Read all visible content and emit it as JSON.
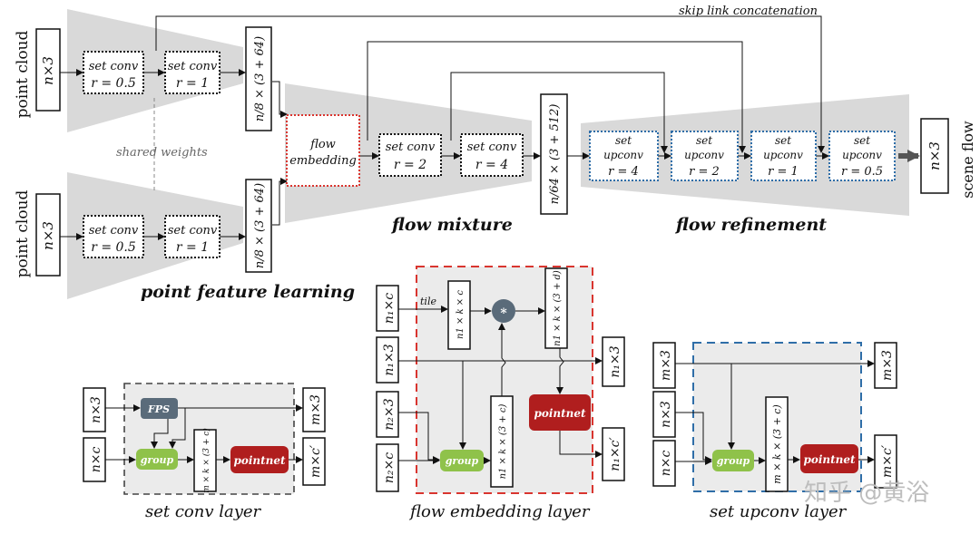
{
  "top": {
    "skip_link": "skip link concatenation",
    "input1_label": "point cloud",
    "input1_shape": "n×3",
    "input2_label": "point cloud",
    "input2_shape": "n×3",
    "shared": "shared weights",
    "sc1_a": "set conv",
    "sc1_b": "r = 0.5",
    "sc2_a": "set conv",
    "sc2_b": "r = 1",
    "sc3_a": "set conv",
    "sc3_b": "r = 0.5",
    "sc4_a": "set conv",
    "sc4_b": "r = 1",
    "feat1": "n/8 × (3 + 64)",
    "feat2": "n/8 × (3 + 64)",
    "fe_a": "flow",
    "fe_b": "embedding",
    "sc5_a": "set conv",
    "sc5_b": "r = 2",
    "sc6_a": "set conv",
    "sc6_b": "r = 4",
    "mid_feat": "n/64 × (3 + 512)",
    "up1_a": "set",
    "up1_b": "upconv",
    "up1_c": "r = 4",
    "up2_a": "set",
    "up2_b": "upconv",
    "up2_c": "r = 2",
    "up3_a": "set",
    "up3_b": "upconv",
    "up3_c": "r = 1",
    "up4_a": "set",
    "up4_b": "upconv",
    "up4_c": "r = 0.5",
    "out_shape": "n×3",
    "out_label": "scene flow",
    "pfl": "point feature learning",
    "flow_mix": "flow mixture",
    "flow_ref": "flow refinement"
  },
  "setconv": {
    "in1": "n×3",
    "in2": "n×c",
    "fps": "FPS",
    "group": "group",
    "mid": "m × k × (3 + c)",
    "pointnet": "pointnet",
    "out1": "m×3",
    "out2": "m×c′",
    "title": "set conv layer"
  },
  "flowemb": {
    "in1": "n₁×c",
    "in2": "n₁×3",
    "in3": "n₂×3",
    "in4": "n₂×c",
    "tile": "tile",
    "tiled": "n1 × k × c",
    "star": "*",
    "concat": "n1 × k × (3 + d)",
    "grouped": "n1 × k × (3 + c)",
    "group": "group",
    "pointnet": "pointnet",
    "out1": "n₁×3",
    "out2": "n₁×c′",
    "title": "flow embedding layer"
  },
  "setup": {
    "in1": "m×3",
    "in2": "n×3",
    "in3": "n×c",
    "group": "group",
    "mid": "m × k × (3 + c)",
    "pointnet": "pointnet",
    "out1": "m×3",
    "out2": "m×c′",
    "title": "set upconv layer"
  },
  "watermark": "知乎 @黄浴",
  "colors": {
    "gray_fill": "#d9d9d9",
    "light_fill": "#ebebeb",
    "red_dash": "#d9352f",
    "blue_dash": "#2f6ea8",
    "pointnet": "#b01e1e",
    "group": "#8fc24a",
    "fps": "#5a6b7a",
    "star": "#5a6b7a"
  }
}
